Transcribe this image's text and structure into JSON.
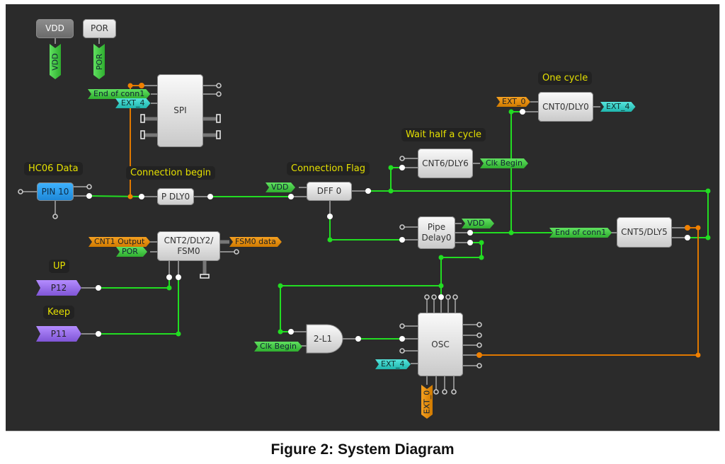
{
  "caption": "Figure 2: System Diagram",
  "colors": {
    "canvas": "#2b2b2b",
    "wire_active": "#22dd22",
    "wire_orange": "#e07800",
    "wire_inactive": "#8a8a8a",
    "note_text": "#e5e000"
  },
  "notes": {
    "hc06": "HC06 Data",
    "conn_begin": "Connection begin",
    "conn_flag": "Connection Flag",
    "wait_half": "Wait half a cycle",
    "one_cycle": "One cycle",
    "up": "UP",
    "keep": "Keep"
  },
  "blocks": {
    "vdd": "VDD",
    "por": "POR",
    "spi": "SPI",
    "pin10": "PIN 10",
    "pdly0": "P DLY0",
    "cnt2": "CNT2/DLY2/ FSM0",
    "dff0": "DFF 0",
    "cnt6": "CNT6/DLY6",
    "cnt0": "CNT0/DLY0",
    "pipe": "Pipe Delay0",
    "cnt5": "CNT5/DLY5",
    "lut": "2-L1",
    "osc": "OSC"
  },
  "tags": {
    "vdd_v": "VDD",
    "por_v": "POR",
    "end_conn_spi": "End of conn1",
    "ext4_spi": "EXT_4",
    "cnt1_output": "CNT1 Output",
    "por_cnt2": "POR",
    "fsm0_data": "FSM0 data",
    "vdd_dff": "VDD",
    "clk_begin_cnt6": "Clk Begin",
    "ext0_cnt0": "EXT_0",
    "ext4_cnt0": "EXT_4",
    "vdd_pipe": "VDD",
    "end_conn_cnt5": "End of conn1",
    "clk_begin_lut": "Clk Begin",
    "ext4_osc": "EXT_4",
    "ext0_osc": "EXT_0"
  },
  "ports": {
    "p12": "P12",
    "p11": "P11"
  }
}
